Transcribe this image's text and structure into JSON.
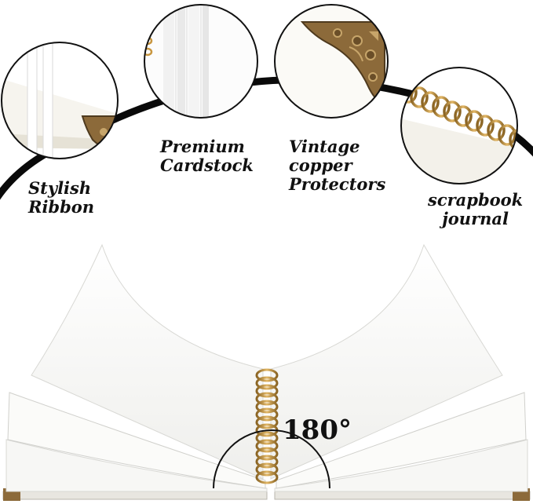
{
  "features": {
    "ribbon": {
      "line1": "Stylish",
      "line2": "Ribbon",
      "icon": "elastic-ribbon-closeup"
    },
    "cardstock": {
      "line1": "Premium",
      "line2": "Cardstock",
      "icon": "cardstock-pages-closeup"
    },
    "protectors": {
      "line1": "Vintage",
      "line2": "copper",
      "line3": "Protectors",
      "icon": "copper-corner-closeup"
    },
    "journal": {
      "line1": "scrapbook",
      "line2": "journal",
      "icon": "spiral-binding-closeup"
    }
  },
  "hero": {
    "angle_label": "180°",
    "icon": "open-spiral-book"
  },
  "colors": {
    "background": "#ffffff",
    "page": "#fbfbf9",
    "page_edge": "#d8d8d4",
    "gold": "#c8963f",
    "gold_dark": "#8a6424",
    "bronze": "#8c6a3a",
    "bronze_dark": "#4e3a1e",
    "ribbon_curve": "#0a0a0a"
  }
}
